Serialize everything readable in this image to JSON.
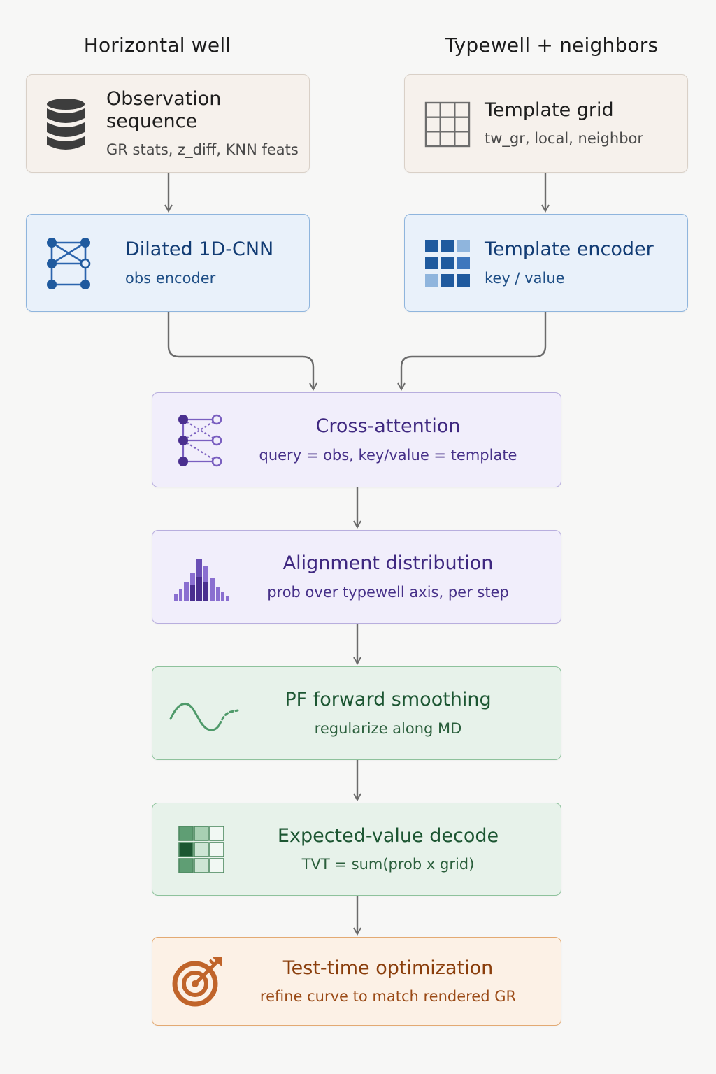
{
  "columns": {
    "left_header": "Horizontal well",
    "right_header": "Typewell + neighbors"
  },
  "nodes": {
    "observation": {
      "title": "Observation sequence",
      "subtitle": "GR stats, z_diff, KNN feats",
      "icon": "database-icon"
    },
    "template_grid": {
      "title": "Template grid",
      "subtitle": "tw_gr, local, neighbor",
      "icon": "grid-icon"
    },
    "cnn": {
      "title": "Dilated 1D-CNN",
      "subtitle": "obs encoder",
      "icon": "network-icon"
    },
    "template_encoder": {
      "title": "Template encoder",
      "subtitle": "key / value",
      "icon": "blocks-icon"
    },
    "cross_attention": {
      "title": "Cross-attention",
      "subtitle": "query = obs, key/value = template",
      "icon": "attention-icon"
    },
    "alignment": {
      "title": "Alignment distribution",
      "subtitle": "prob over typewell axis, per step",
      "icon": "histogram-icon"
    },
    "pf_smoothing": {
      "title": "PF forward smoothing",
      "subtitle": "regularize along MD",
      "icon": "wave-icon"
    },
    "decode": {
      "title": "Expected-value decode",
      "subtitle": "TVT = sum(prob x grid)",
      "icon": "table-icon"
    },
    "tto": {
      "title": "Test-time optimization",
      "subtitle": "refine curve to match rendered GR",
      "icon": "target-icon"
    }
  },
  "colors": {
    "connector": "#6b6b6b",
    "beige": "#f6f1ec",
    "blue": "#1f5a9e",
    "purple": "#4a2f8f",
    "green": "#2f6b45",
    "orange": "#c0642a"
  }
}
